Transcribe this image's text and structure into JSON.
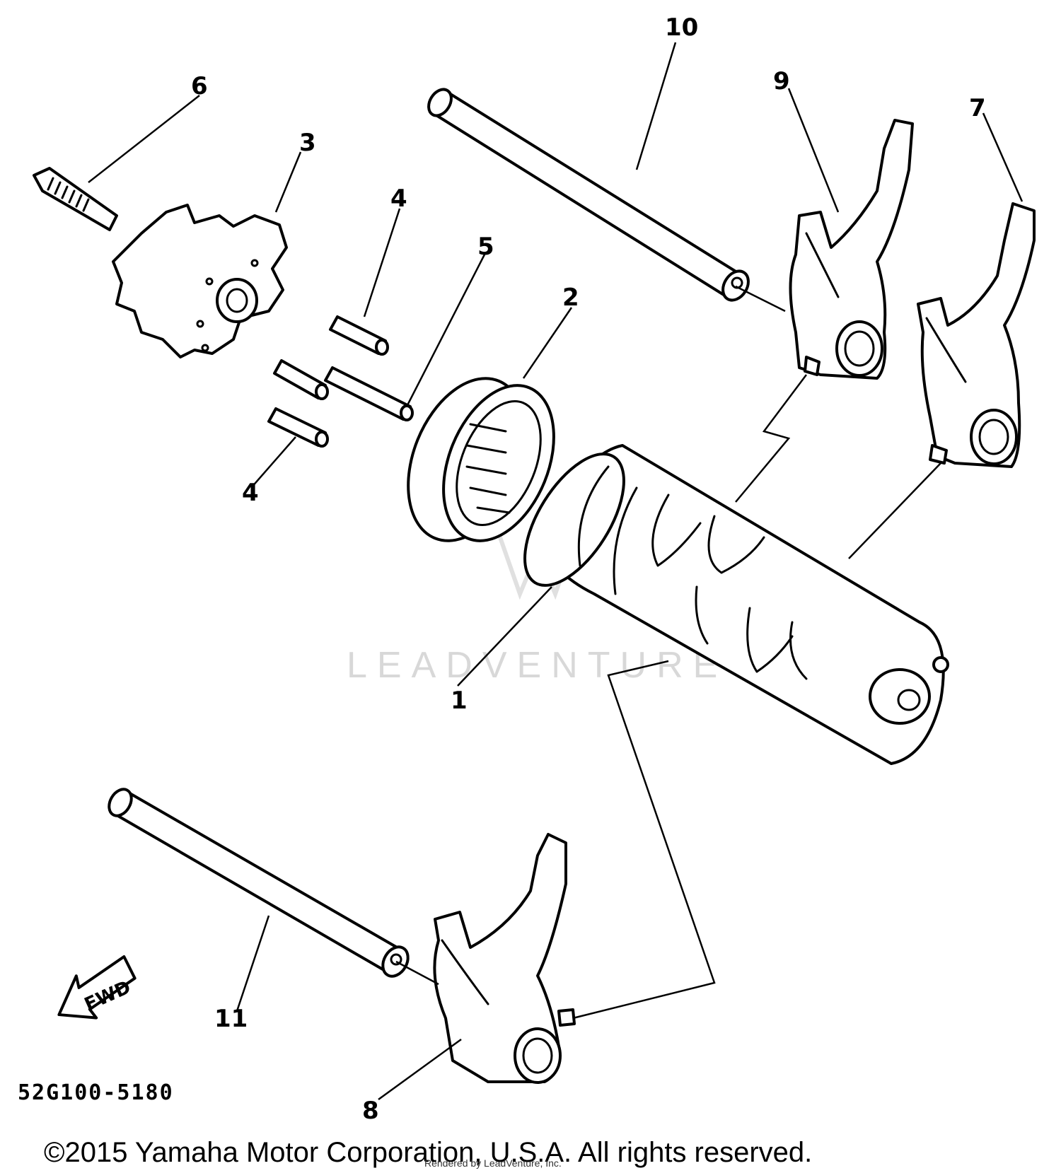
{
  "callouts": {
    "c1": "1",
    "c2": "2",
    "c3": "3",
    "c4a": "4",
    "c4b": "4",
    "c5": "5",
    "c6": "6",
    "c7": "7",
    "c8": "8",
    "c9": "9",
    "c10": "10",
    "c11": "11"
  },
  "diagram_code": "52G100-5180",
  "fwd_label": "FWD",
  "watermark": "LEADVENTURE",
  "copyright": "©2015 Yamaha Motor Corporation, U.S.A. All rights reserved.",
  "smallprint": "Rendered by LeadVenture, Inc."
}
